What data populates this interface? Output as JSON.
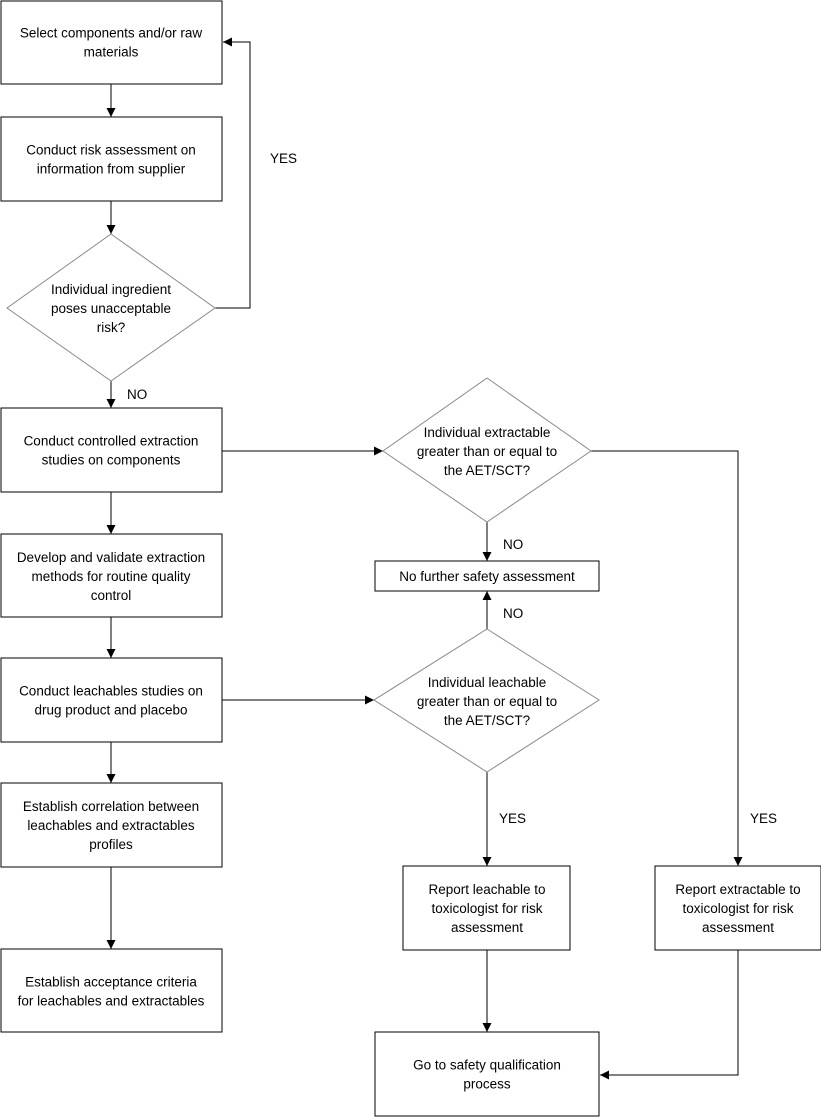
{
  "nodes": {
    "select_components": [
      "Select components and/or raw",
      "materials"
    ],
    "risk_assessment": [
      "Conduct risk assessment on",
      "information from supplier"
    ],
    "ingredient_decision": [
      "Individual ingredient",
      "poses unacceptable",
      "risk?"
    ],
    "extraction_studies": [
      "Conduct controlled extraction",
      "studies on components"
    ],
    "extractable_decision": [
      "Individual extractable",
      "greater than or equal to",
      "the AET/SCT?"
    ],
    "extraction_methods": [
      "Develop and validate extraction",
      "methods for routine quality",
      "control"
    ],
    "no_further": [
      "No further safety assessment"
    ],
    "leachables_studies": [
      "Conduct leachables studies on",
      "drug product and placebo"
    ],
    "leachable_decision": [
      "Individual leachable",
      "greater than or equal to",
      "the AET/SCT?"
    ],
    "correlation": [
      "Establish correlation between",
      "leachables and extractables",
      "profiles"
    ],
    "acceptance_criteria": [
      "Establish acceptance criteria",
      "for leachables and extractables"
    ],
    "report_leachable": [
      "Report leachable to",
      "toxicologist for risk",
      "assessment"
    ],
    "report_extractable": [
      "Report extractable to",
      "toxicologist for risk",
      "assessment"
    ],
    "safety_qualification": [
      "Go to safety qualification",
      "process"
    ]
  },
  "edge_labels": {
    "ingredient_yes": "YES",
    "ingredient_no": "NO",
    "extractable_no": "NO",
    "leachable_no": "NO",
    "leachable_yes": "YES",
    "extractable_yes": "YES"
  }
}
